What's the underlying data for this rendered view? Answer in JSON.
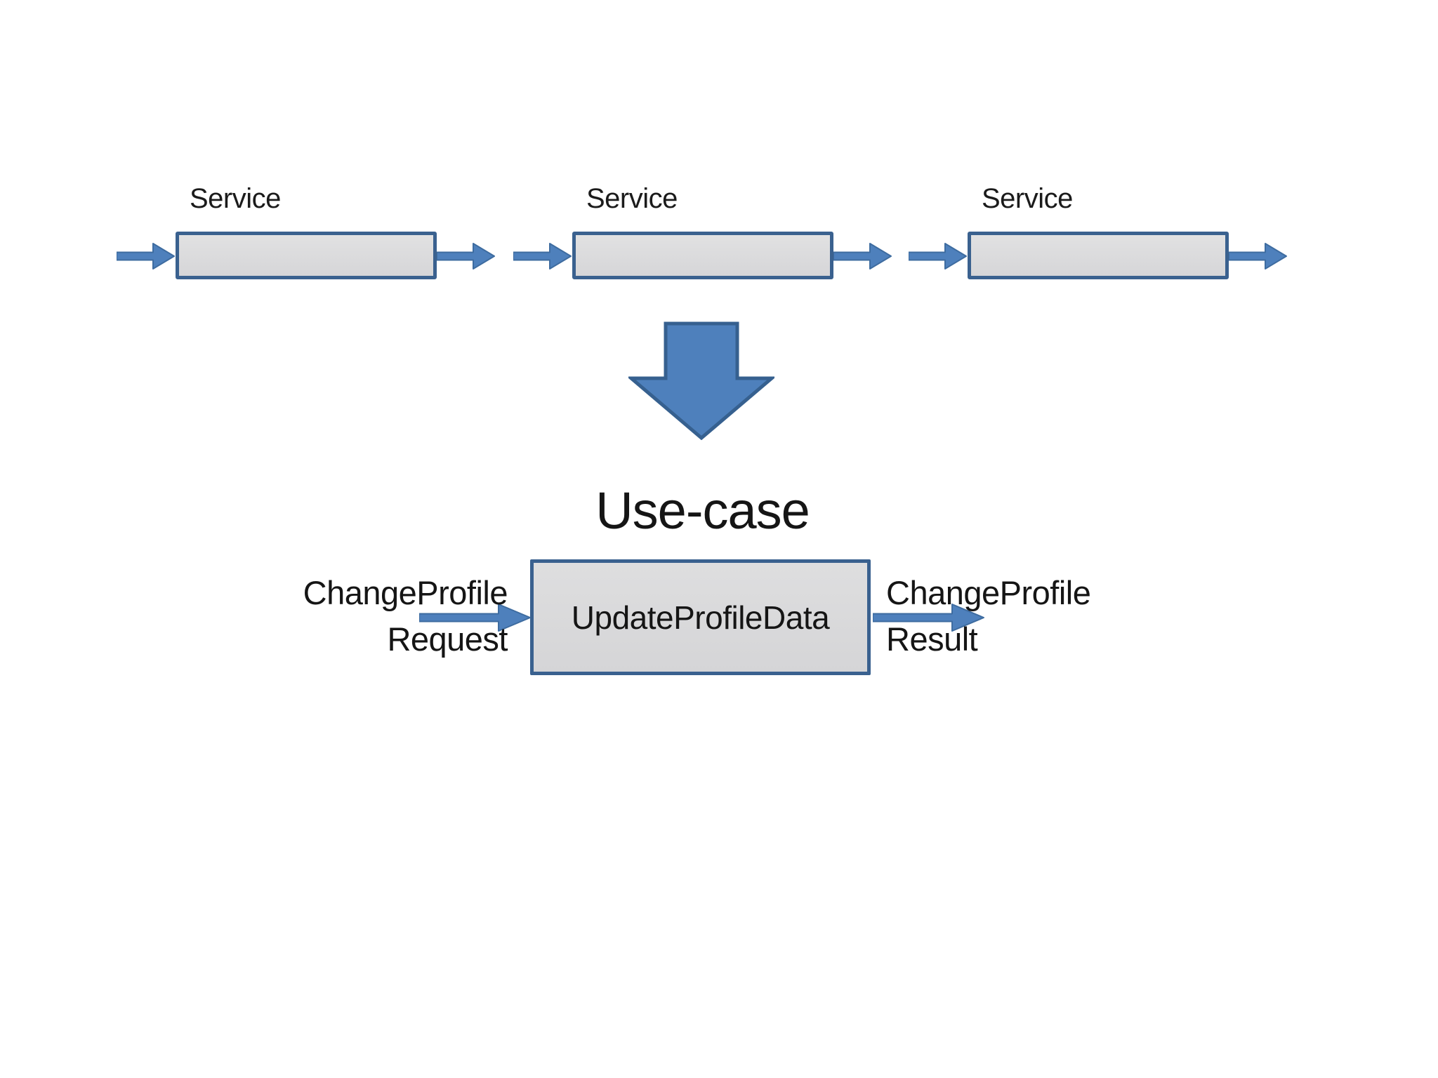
{
  "slide": {
    "background": "#ffffff"
  },
  "colors": {
    "arrow_fill": "#4E80BC",
    "arrow_outline": "#36608F",
    "box_border": "#3A618F",
    "box_fill": "#D9D9DB",
    "text": "#1B1B1B"
  },
  "icons": {
    "flow": "arrow-right-icon",
    "transform": "arrow-down-icon"
  },
  "services": [
    {
      "label": "Service"
    },
    {
      "label": "Service"
    },
    {
      "label": "Service"
    }
  ],
  "use_case": {
    "title": "Use-case",
    "box_label": "UpdateProfileData",
    "input_label": {
      "line1": "ChangeProfile",
      "line2": "Request"
    },
    "output_label": {
      "line1": "ChangeProfile",
      "line2": "Result"
    }
  }
}
